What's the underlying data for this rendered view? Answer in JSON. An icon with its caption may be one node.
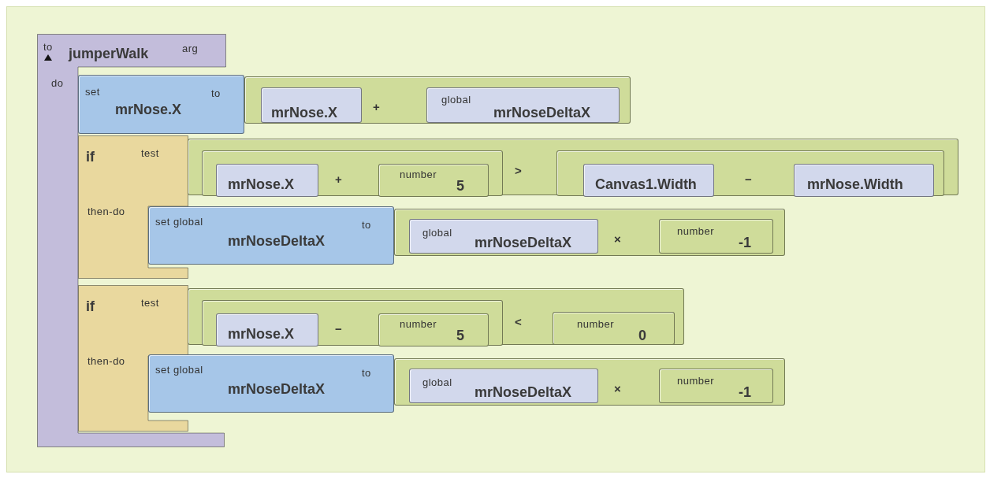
{
  "diagram": {
    "nodes": [
      {
        "text": [
          "to",
          "jumperWalk",
          "arg",
          "do"
        ]
      },
      {
        "text": [
          "set",
          "mrNose.X",
          "to"
        ],
        "in": 0
      },
      {
        "text": [
          "+"
        ]
      },
      {
        "text": [
          "mrNose.X"
        ],
        "in": 2
      },
      {
        "text": [
          "global",
          "mrNoseDeltaX"
        ],
        "in": 2
      },
      {
        "text": [
          "if",
          "test",
          "then-do"
        ],
        "in": 0
      },
      {
        "text": [
          ">"
        ]
      },
      {
        "text": [
          "+"
        ],
        "in": 6
      },
      {
        "text": [
          "mrNose.X"
        ],
        "in": 7
      },
      {
        "text": [
          "number",
          "5"
        ],
        "in": 7
      },
      {
        "text": [
          "−"
        ],
        "in": 6
      },
      {
        "text": [
          "Canvas1.Width"
        ],
        "in": 10
      },
      {
        "text": [
          "mrNose.Width"
        ],
        "in": 10
      },
      {
        "text": [
          "set global",
          "mrNoseDeltaX",
          "to"
        ]
      },
      {
        "text": [
          "×"
        ]
      },
      {
        "text": [
          "global",
          "mrNoseDeltaX"
        ],
        "in": 14
      },
      {
        "text": [
          "number",
          "-1"
        ],
        "in": 14
      },
      {
        "text": [
          "if",
          "test",
          "then-do"
        ],
        "in": 0
      },
      {
        "text": [
          "<"
        ]
      },
      {
        "text": [
          "−"
        ],
        "in": 18
      },
      {
        "text": [
          "mrNose.X"
        ],
        "in": 19
      },
      {
        "text": [
          "number",
          "5"
        ],
        "in": 19
      },
      {
        "text": [
          "number",
          "0"
        ],
        "in": 18
      },
      {
        "text": [
          "set global",
          "mrNoseDeltaX",
          "to"
        ]
      },
      {
        "text": [
          "×"
        ]
      },
      {
        "text": [
          "global",
          "mrNoseDeltaX"
        ],
        "in": 24
      },
      {
        "text": [
          "number",
          "-1"
        ],
        "in": 24
      }
    ],
    "edges": []
  }
}
